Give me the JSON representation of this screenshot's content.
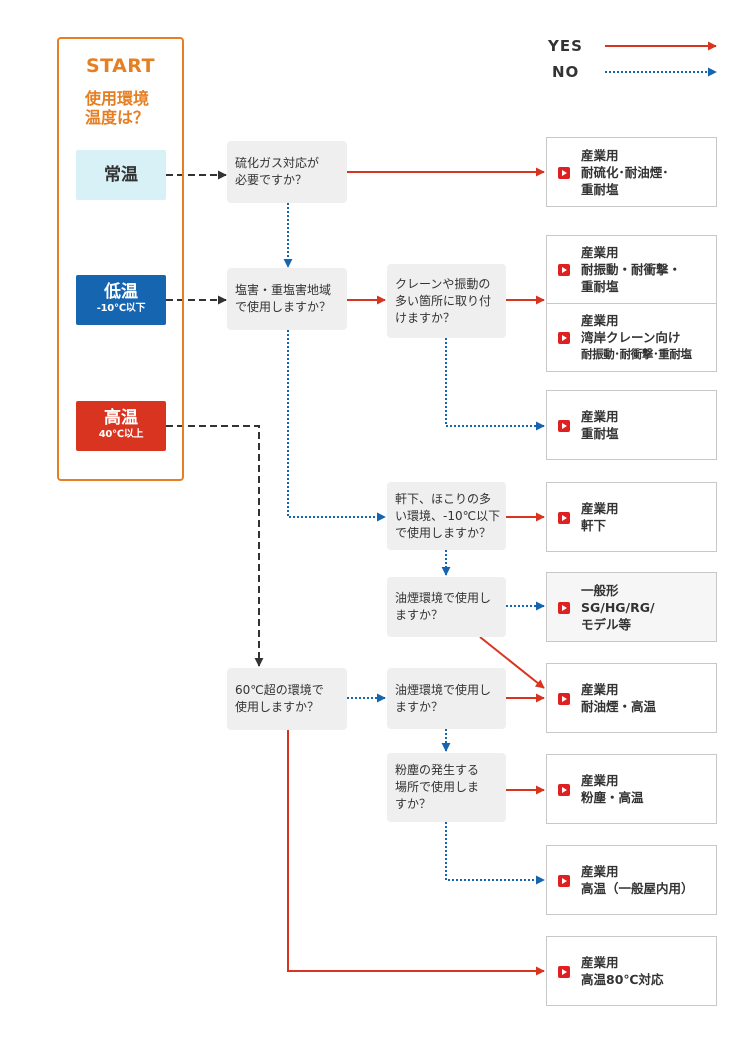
{
  "legend": {
    "yes": "YES",
    "no": "NO"
  },
  "start": {
    "title": "START",
    "question": [
      "使用環境",
      "温度は？"
    ]
  },
  "temps": {
    "normal": {
      "label": "常温"
    },
    "low": {
      "label": "低温",
      "sub": "-10℃以下"
    },
    "high": {
      "label": "高温",
      "sub": "40℃以上"
    }
  },
  "questions": {
    "q1": [
      "硫化ガス対応が",
      "必要ですか？"
    ],
    "q2": [
      "塩害・重塩害地域",
      "で使用しますか？"
    ],
    "q3": [
      "クレーンや振動の",
      "多い箇所に取り付",
      "けますか？"
    ],
    "q4": [
      "軒下、ほこりの多",
      "い環境、-10℃以下",
      "で使用しますか？"
    ],
    "q5": [
      "油煙環境で使用し",
      "ますか？"
    ],
    "q6": [
      "60℃超の環境で",
      "使用しますか？"
    ],
    "q7": [
      "油煙環境で使用し",
      "ますか？"
    ],
    "q8": [
      "粉塵の発生する",
      "場所で使用しま",
      "すか？"
    ]
  },
  "results": {
    "r1": [
      "産業用",
      "耐硫化･耐油煙･",
      "重耐塩"
    ],
    "r2": [
      "産業用",
      "耐振動・耐衝撃・",
      "重耐塩"
    ],
    "r3": [
      "産業用",
      "湾岸クレーン向け",
      "耐振動･耐衝撃･重耐塩"
    ],
    "r4": [
      "産業用",
      "重耐塩"
    ],
    "r5": [
      "産業用",
      "軒下"
    ],
    "r6": [
      "一般形",
      "SG/HG/RG/",
      "モデル等"
    ],
    "r7": [
      "産業用",
      "耐油煙・高温"
    ],
    "r8": [
      "産業用",
      "粉塵・高温"
    ],
    "r9": [
      "産業用",
      "高温（一般屋内用）"
    ],
    "r10": [
      "産業用",
      "高温80℃対応"
    ]
  },
  "colors": {
    "yes": "#d9341f",
    "no": "#1565b0",
    "neutral": "#333333",
    "accent": "#e67e22",
    "low": "#1565b0",
    "high": "#d9341f",
    "normal": "#d8f1f7"
  }
}
